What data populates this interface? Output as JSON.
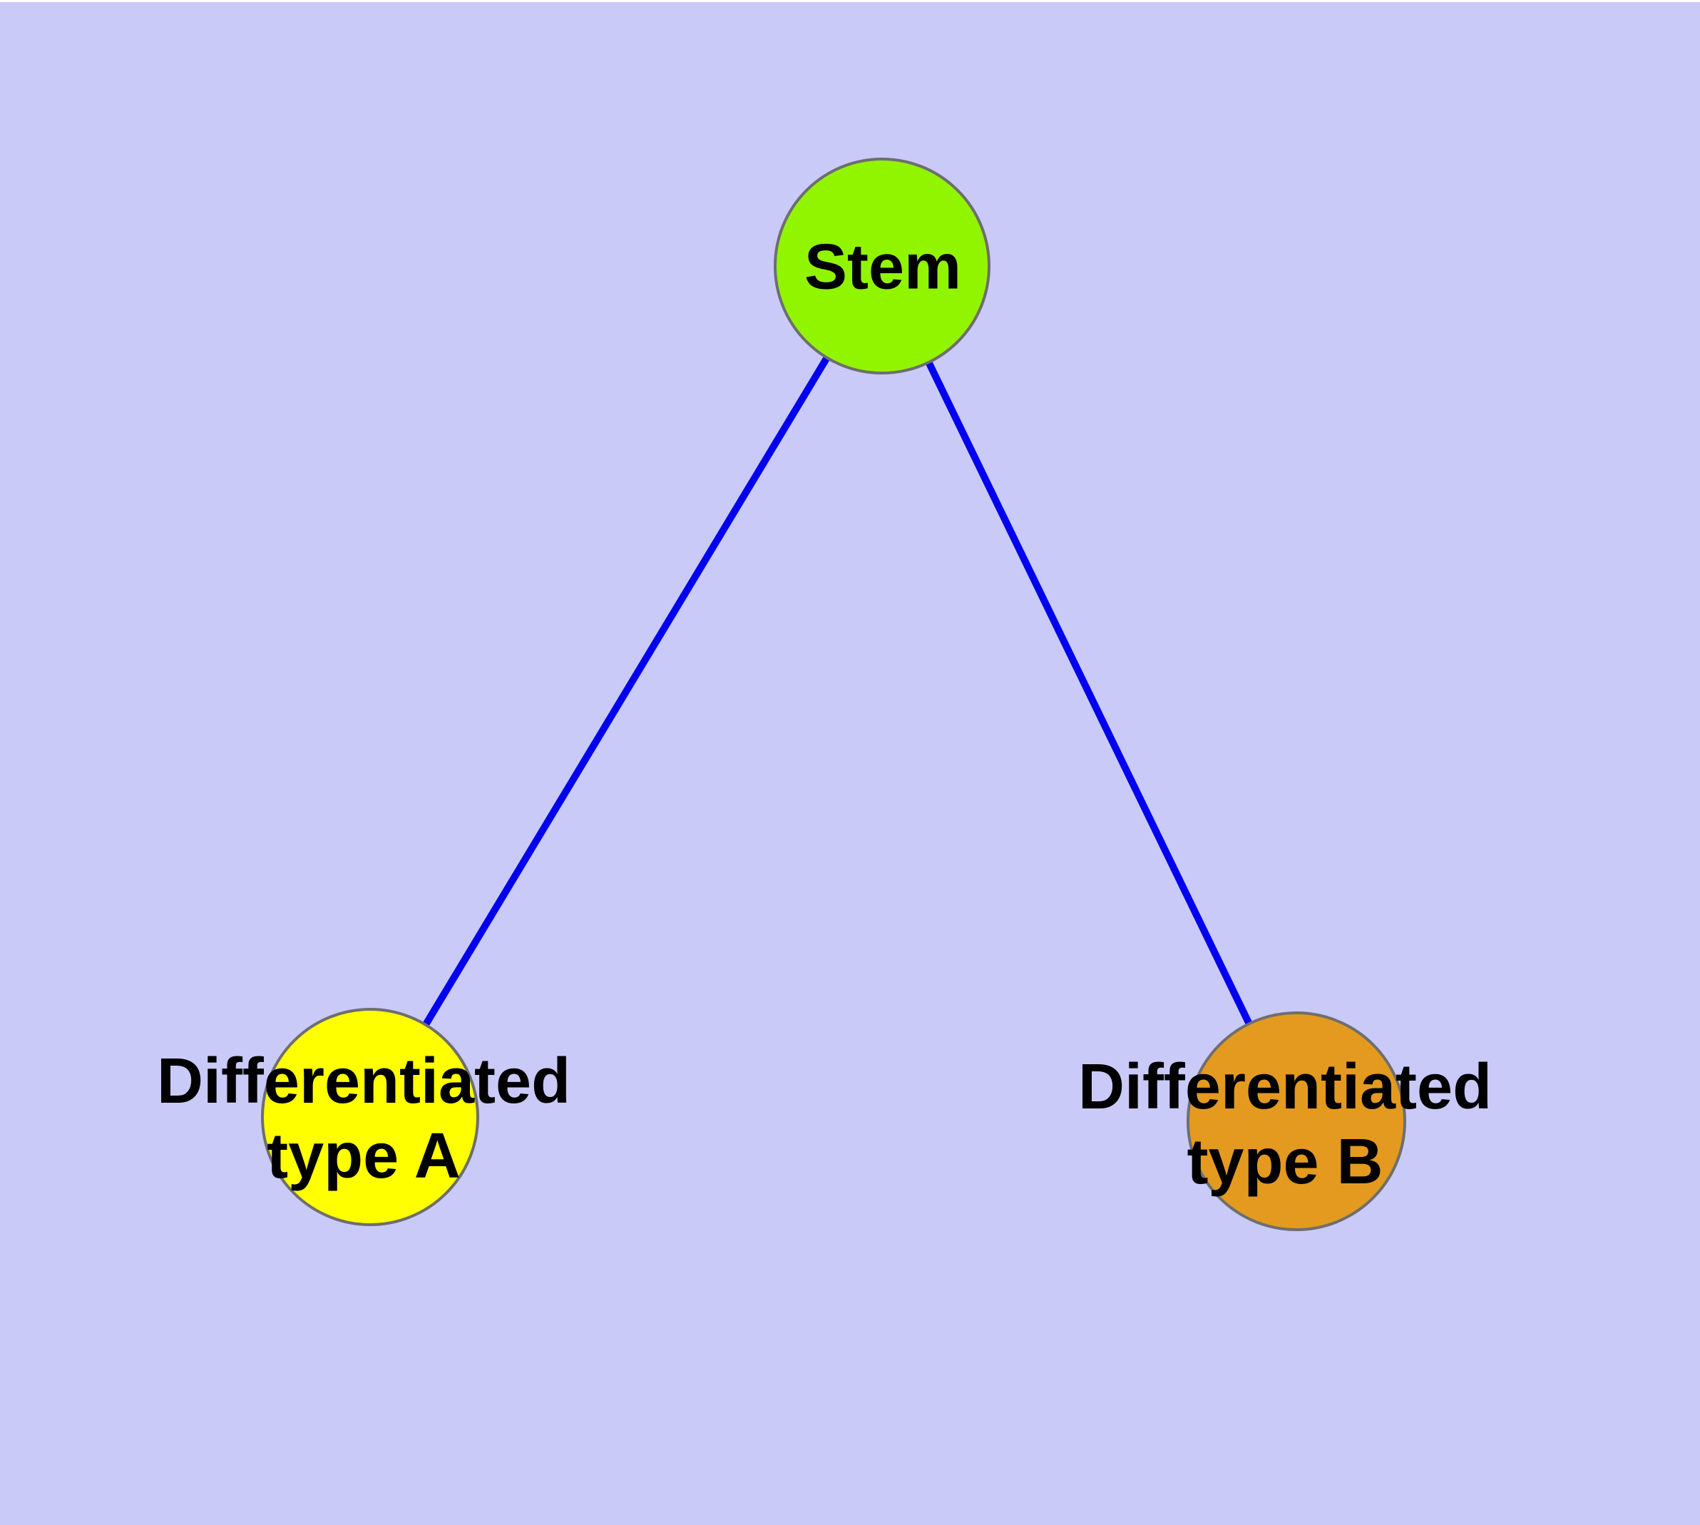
{
  "diagram": {
    "type": "graph",
    "background_color": "#CACAF8",
    "top_strip_color": "#FFFFFF",
    "edge_color": "#0101F0",
    "node_border_color": "#6E6E6E",
    "text_color": "#000000",
    "nodes": [
      {
        "id": "stem",
        "label": "Stem",
        "color": "#92F500"
      },
      {
        "id": "differentiated-type-a",
        "label": "Differentiated type A",
        "line1": "Differentiated",
        "line2": "type A",
        "color": "#FFFF00"
      },
      {
        "id": "differentiated-type-b",
        "label": "Differentiated type B",
        "line1": "Differentiated",
        "line2": "type B",
        "color": "#E49A1F"
      }
    ],
    "edges": [
      {
        "from": "stem",
        "to": "differentiated-type-a"
      },
      {
        "from": "stem",
        "to": "differentiated-type-b"
      }
    ]
  }
}
